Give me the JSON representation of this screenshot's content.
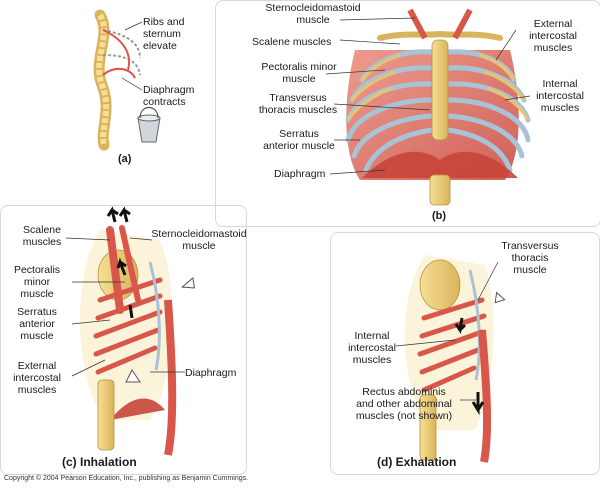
{
  "panels": {
    "a": {
      "caption": "(a)",
      "labels": {
        "ribs": "Ribs and\nsternum\nelevate",
        "diaphragm": "Diaphragm\ncontracts"
      }
    },
    "b": {
      "caption": "(b)",
      "labels": {
        "scm": "Sternocleidomastoid\nmuscle",
        "scalene": "Scalene muscles",
        "pecminor": "Pectoralis minor\nmuscle",
        "transversus": "Transversus\nthoracis muscles",
        "serratus": "Serratus\nanterior muscle",
        "diaphragm": "Diaphragm",
        "external": "External\nintercostal\nmuscles",
        "internal": "Internal\nintercostal\nmuscles"
      }
    },
    "c": {
      "caption": "(c) Inhalation",
      "labels": {
        "scalene": "Scalene\nmuscles",
        "scm": "Sternocleidomastoid\nmuscle",
        "pecminor": "Pectoralis\nminor\nmuscle",
        "serratus": "Serratus\nanterior\nmuscle",
        "external": "External\nintercostal\nmuscles",
        "diaphragm": "Diaphragm"
      }
    },
    "d": {
      "caption": "(d) Exhalation",
      "labels": {
        "transversus": "Transversus\nthoracis\nmuscle",
        "internal": "Internal\nintercostal\nmuscles",
        "rectus": "Rectus abdominis\nand other abdominal\nmuscles (not shown)"
      }
    }
  },
  "copyright": "Copyright © 2004 Pearson Education, Inc., publishing as Benjamin Cummings.",
  "colors": {
    "bone": "#f2d27a",
    "bone_dark": "#c9a44a",
    "muscle": "#d9564a",
    "muscle_light": "#e98a7a",
    "cartilage": "#a9c3d6",
    "line": "#333333",
    "arrow": "#111111"
  }
}
